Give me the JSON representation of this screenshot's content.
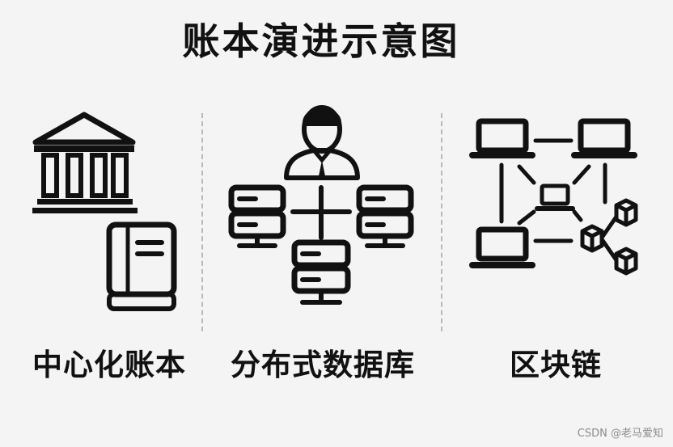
{
  "title": "账本演进示意图",
  "columns": [
    {
      "label": "中心化账本",
      "icons": [
        "bank-building-icon",
        "ledger-book-icon"
      ]
    },
    {
      "label": "分布式数据库",
      "icons": [
        "administrator-person-icon",
        "server-icon"
      ]
    },
    {
      "label": "区块链",
      "icons": [
        "laptop-node-icon",
        "block-cubes-icon"
      ]
    }
  ],
  "watermark": "CSDN @老马爱知"
}
